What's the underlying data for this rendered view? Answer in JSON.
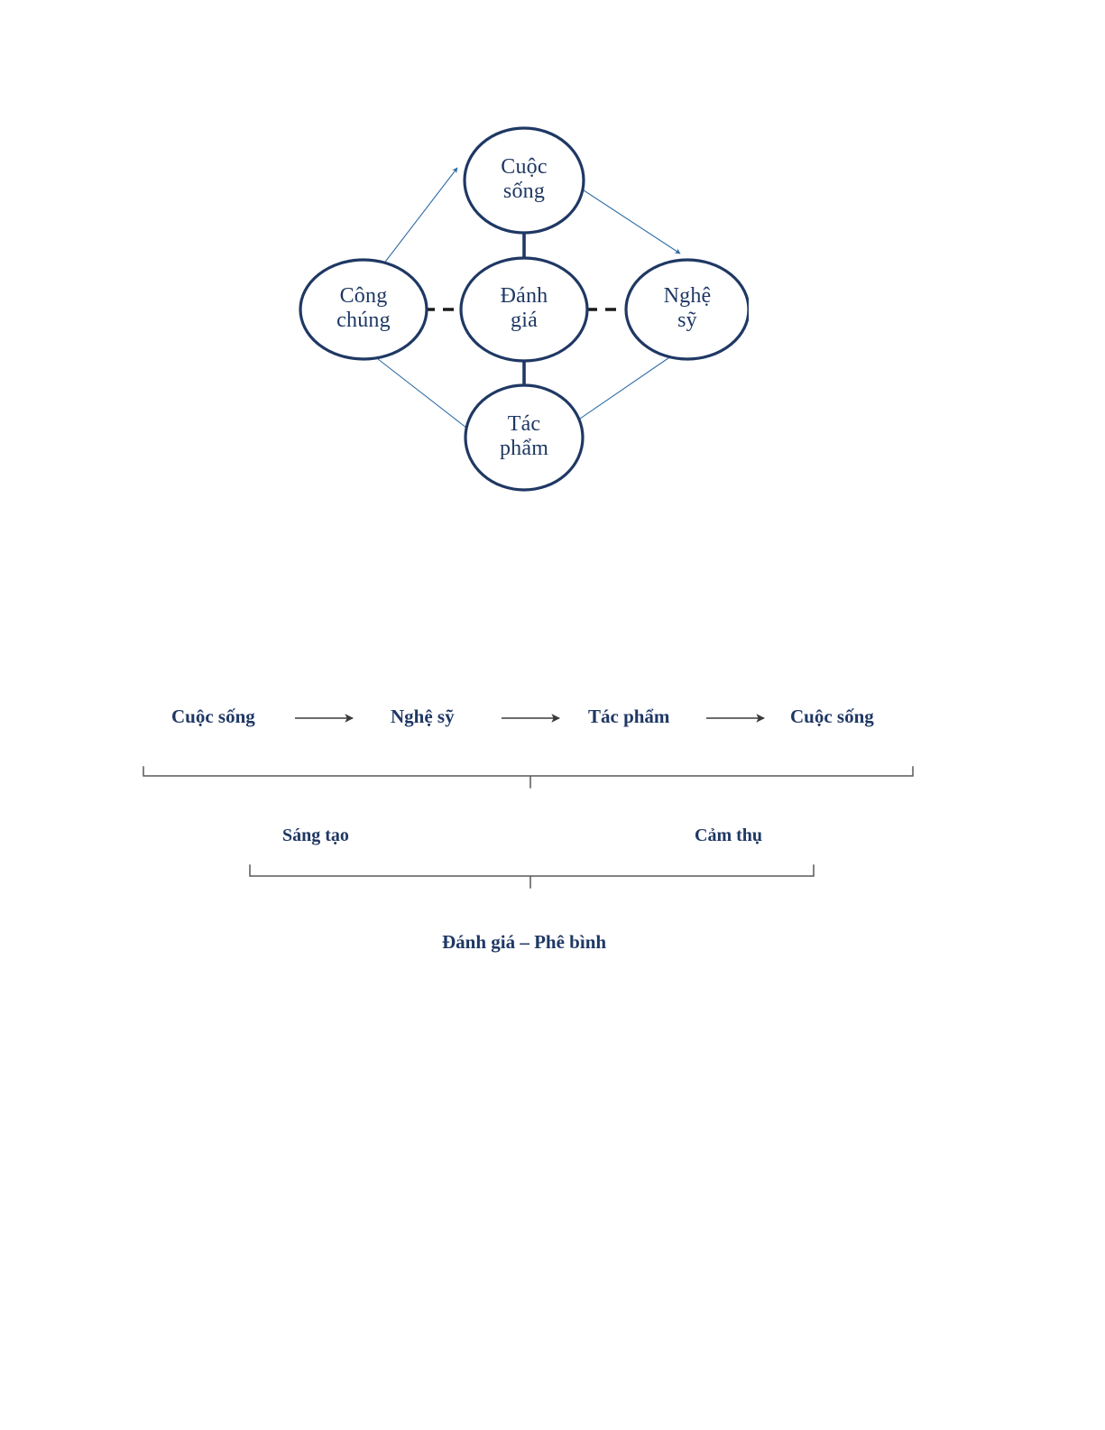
{
  "colors": {
    "node_stroke": "#1F3864",
    "node_text": "#1F3864",
    "arrow_light": "#2E6DA4",
    "dashed_connector": "#000000",
    "solid_connector": "#1F3864",
    "bracket_line": "#595959",
    "flow_arrow": "#3A3A3A",
    "background": "#FFFFFF"
  },
  "circle_diagram": {
    "name": "four-node-cycle-with-center",
    "nodes": [
      {
        "id": "cuoc-song-top",
        "label": "Cuộc\nsống",
        "position": "top"
      },
      {
        "id": "cong-chung",
        "label": "Công\nchúng",
        "position": "left"
      },
      {
        "id": "danh-gia",
        "label": "Đánh\ngiá",
        "position": "center"
      },
      {
        "id": "nghe-sy",
        "label": "Nghệ\nsỹ",
        "position": "right"
      },
      {
        "id": "tac-pham",
        "label": "Tác\nphẩm",
        "position": "bottom"
      }
    ],
    "connectors": [
      {
        "from": "cong-chung",
        "to": "cuoc-song-top",
        "style": "arrow-thin",
        "direction": "up-right"
      },
      {
        "from": "cuoc-song-top",
        "to": "nghe-sy",
        "style": "arrow-thin",
        "direction": "down-right"
      },
      {
        "from": "nghe-sy",
        "to": "tac-pham",
        "style": "arrow-thin",
        "direction": "down-left"
      },
      {
        "from": "tac-pham",
        "to": "cong-chung",
        "style": "arrow-thin",
        "direction": "up-left"
      },
      {
        "from": "cuoc-song-top",
        "to": "danh-gia",
        "style": "solid-line",
        "direction": "vertical"
      },
      {
        "from": "danh-gia",
        "to": "tac-pham",
        "style": "solid-line",
        "direction": "vertical"
      },
      {
        "from": "cong-chung",
        "to": "danh-gia",
        "style": "dashed-line",
        "direction": "horizontal"
      },
      {
        "from": "danh-gia",
        "to": "nghe-sy",
        "style": "dashed-line",
        "direction": "horizontal"
      }
    ]
  },
  "flow_diagram": {
    "name": "creation-reception-cycle",
    "steps": [
      {
        "id": "flow-cuoc-song-1",
        "label": "Cuộc sống"
      },
      {
        "id": "flow-nghe-sy",
        "label": "Nghệ sỹ"
      },
      {
        "id": "flow-tac-pham",
        "label": "Tác phẩm"
      },
      {
        "id": "flow-cuoc-song-2",
        "label": "Cuộc sống"
      }
    ],
    "arrows": [
      {
        "id": "flow-arrow-1",
        "between": [
          "flow-cuoc-song-1",
          "flow-nghe-sy"
        ]
      },
      {
        "id": "flow-arrow-2",
        "between": [
          "flow-nghe-sy",
          "flow-tac-pham"
        ]
      },
      {
        "id": "flow-arrow-3",
        "between": [
          "flow-tac-pham",
          "flow-cuoc-song-2"
        ]
      }
    ],
    "brackets": [
      {
        "id": "upper-bracket",
        "spans": [
          "flow-cuoc-song-1",
          "flow-cuoc-song-2"
        ],
        "labels": [
          {
            "id": "sang-tao-label",
            "text": "Sáng tạo"
          },
          {
            "id": "cam-thu-label",
            "text": "Cảm thụ"
          }
        ]
      },
      {
        "id": "lower-bracket",
        "spans": [
          "sang-tao-label",
          "cam-thu-label"
        ],
        "labels": [
          {
            "id": "danh-gia-phe-binh-label",
            "text": "Đánh giá – Phê bình"
          }
        ]
      }
    ]
  }
}
